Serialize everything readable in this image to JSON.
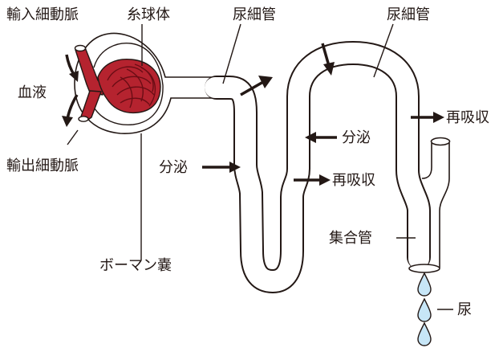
{
  "labels": {
    "afferent_arteriole": "輸入細動脈",
    "glomerulus": "糸球体",
    "renal_tubule_1": "尿細管",
    "renal_tubule_2": "尿細管",
    "blood": "血液",
    "efferent_arteriole": "輸出細動脈",
    "secretion_1": "分泌",
    "secretion_2": "分泌",
    "reabsorption_1": "再吸収",
    "reabsorption_2": "再吸収",
    "bowmans_capsule": "ボーマン嚢",
    "collecting_duct": "集合管",
    "urine": "尿"
  },
  "colors": {
    "vessel": "#b5232f",
    "outline": "#231815",
    "urine_drop": "#c7e6f7"
  }
}
